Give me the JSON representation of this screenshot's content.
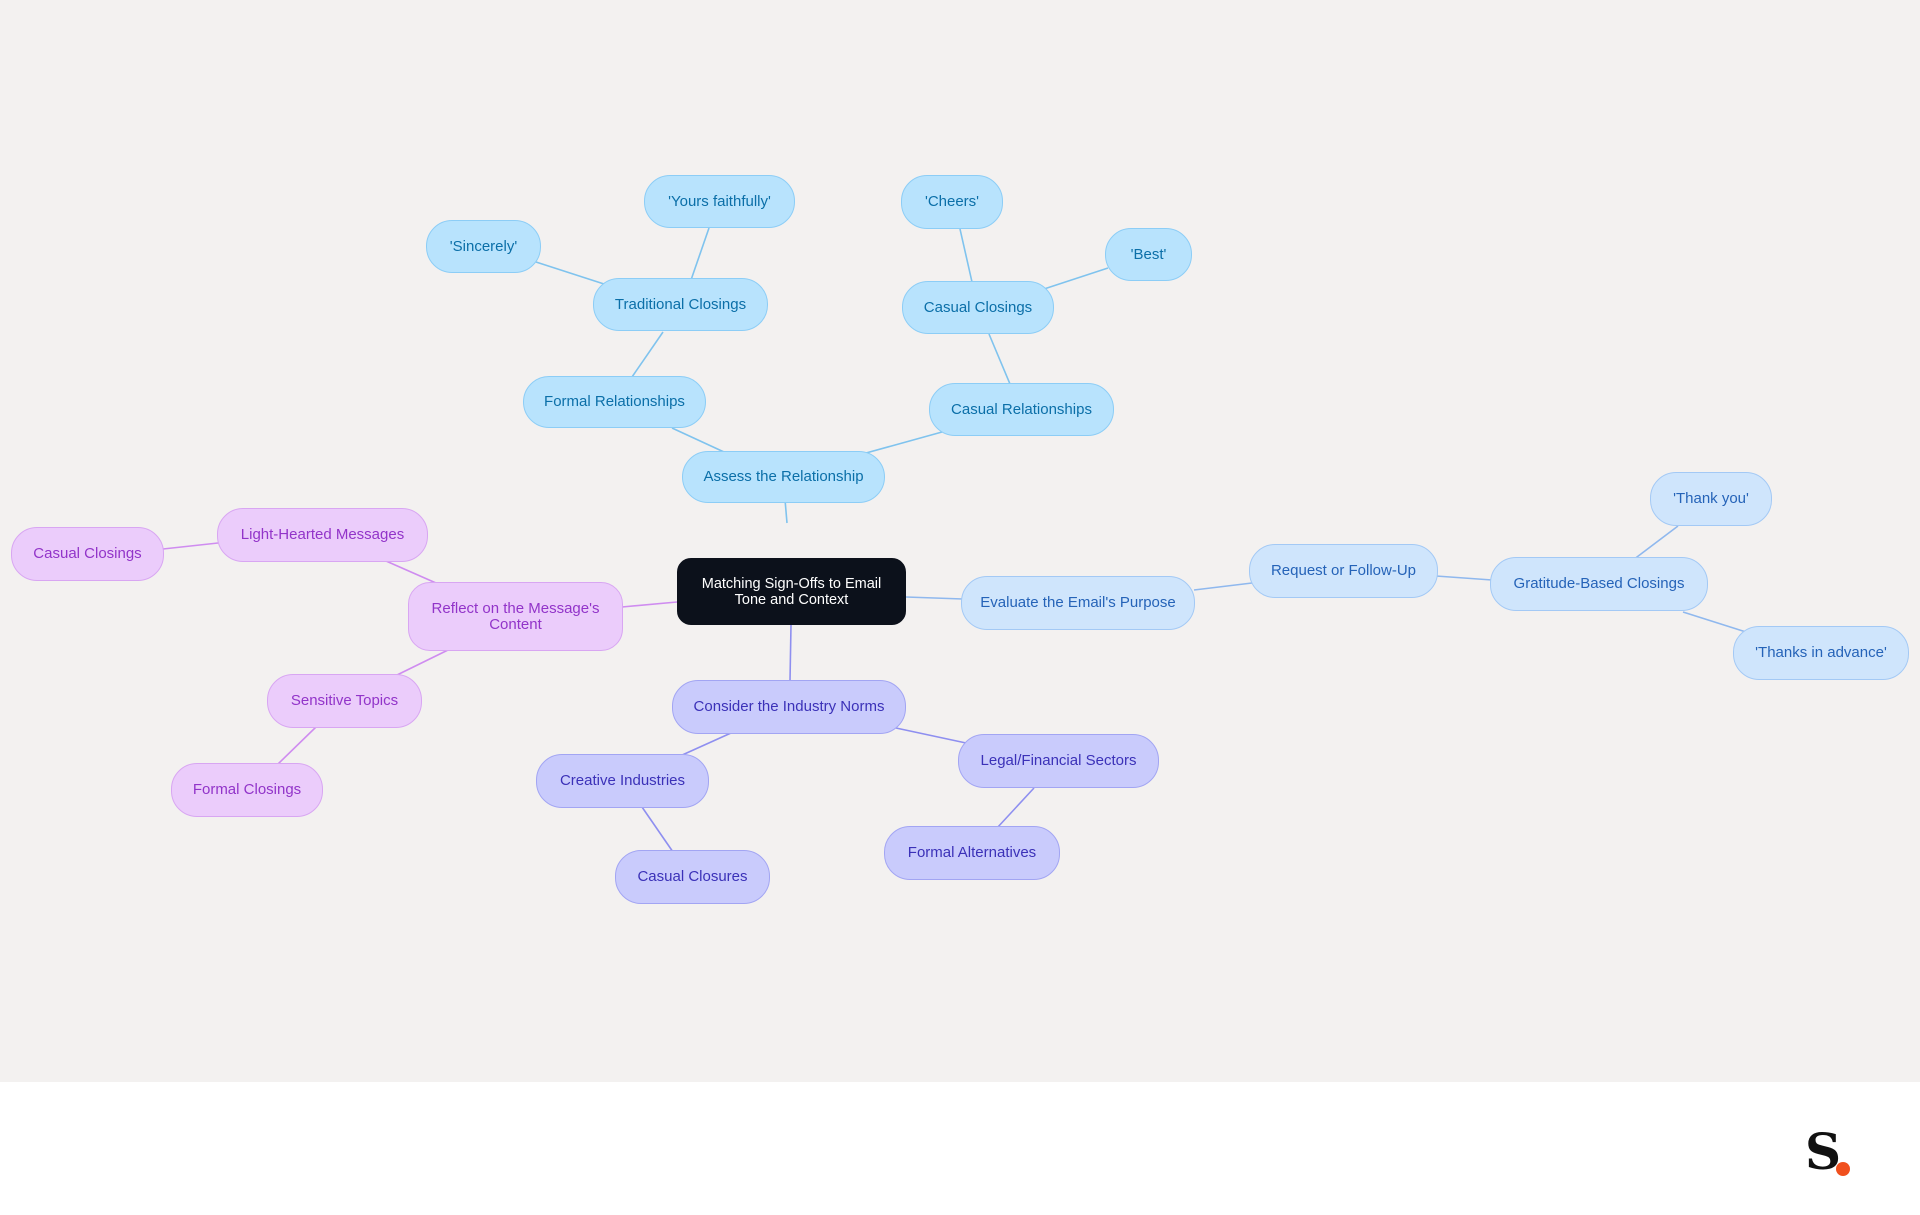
{
  "mindmap": {
    "root": {
      "id": "root",
      "label": "Matching Sign-Offs to Email Tone and Context"
    },
    "nodes": [
      {
        "id": "assess",
        "parent": "root",
        "label": "Assess the Relationship",
        "color": "#b8e3fd"
      },
      {
        "id": "formal_rel",
        "parent": "assess",
        "label": "Formal Relationships",
        "color": "#b8e3fd"
      },
      {
        "id": "trad_closings",
        "parent": "formal_rel",
        "label": "Traditional Closings",
        "color": "#b8e3fd"
      },
      {
        "id": "sincerely",
        "parent": "trad_closings",
        "label": "'Sincerely'",
        "color": "#b8e3fd"
      },
      {
        "id": "yours_faithfully",
        "parent": "trad_closings",
        "label": "'Yours faithfully'",
        "color": "#b8e3fd"
      },
      {
        "id": "casual_rel",
        "parent": "assess",
        "label": "Casual Relationships",
        "color": "#b8e3fd"
      },
      {
        "id": "casual_closings_a",
        "parent": "casual_rel",
        "label": "Casual Closings",
        "color": "#b8e3fd"
      },
      {
        "id": "cheers",
        "parent": "casual_closings_a",
        "label": "'Cheers'",
        "color": "#b8e3fd"
      },
      {
        "id": "best",
        "parent": "casual_closings_a",
        "label": "'Best'",
        "color": "#b8e3fd"
      },
      {
        "id": "purpose",
        "parent": "root",
        "label": "Evaluate the Email's Purpose",
        "color": "#cfe5fc"
      },
      {
        "id": "followup",
        "parent": "purpose",
        "label": "Request or Follow-Up",
        "color": "#cfe5fc"
      },
      {
        "id": "gratitude",
        "parent": "followup",
        "label": "Gratitude-Based Closings",
        "color": "#cfe5fc"
      },
      {
        "id": "thankyou",
        "parent": "gratitude",
        "label": "'Thank you'",
        "color": "#cfe5fc"
      },
      {
        "id": "thanksadv",
        "parent": "gratitude",
        "label": "'Thanks in advance'",
        "color": "#cfe5fc"
      },
      {
        "id": "industry",
        "parent": "root",
        "label": "Consider the Industry Norms",
        "color": "#c9cbfc"
      },
      {
        "id": "creative",
        "parent": "industry",
        "label": "Creative Industries",
        "color": "#c9cbfc"
      },
      {
        "id": "casual_closures",
        "parent": "creative",
        "label": "Casual Closures",
        "color": "#c9cbfc"
      },
      {
        "id": "legal",
        "parent": "industry",
        "label": "Legal/Financial Sectors",
        "color": "#c9cbfc"
      },
      {
        "id": "formal_alt",
        "parent": "legal",
        "label": "Formal Alternatives",
        "color": "#c9cbfc"
      },
      {
        "id": "reflect",
        "parent": "root",
        "label": "Reflect on the Message's Content",
        "color": "#ebccfb"
      },
      {
        "id": "lighthearted",
        "parent": "reflect",
        "label": "Light-Hearted Messages",
        "color": "#ebccfb"
      },
      {
        "id": "casual_closings_b",
        "parent": "lighthearted",
        "label": "Casual Closings",
        "color": "#ebccfb"
      },
      {
        "id": "sensitive",
        "parent": "reflect",
        "label": "Sensitive Topics",
        "color": "#ebccfb"
      },
      {
        "id": "formal_closings",
        "parent": "sensitive",
        "label": "Formal Closings",
        "color": "#ebccfb"
      }
    ]
  },
  "colors": {
    "canvas_bg": "#f3f1f0",
    "root_bg": "#0c111b",
    "edge_blue": "#7fc3ee",
    "edge_lblue": "#8fb8ee",
    "edge_indigo": "#8e8ff0",
    "edge_purple": "#cf8cf0",
    "logo_dot": "#f0501e"
  },
  "logo": {
    "letter": "S"
  }
}
